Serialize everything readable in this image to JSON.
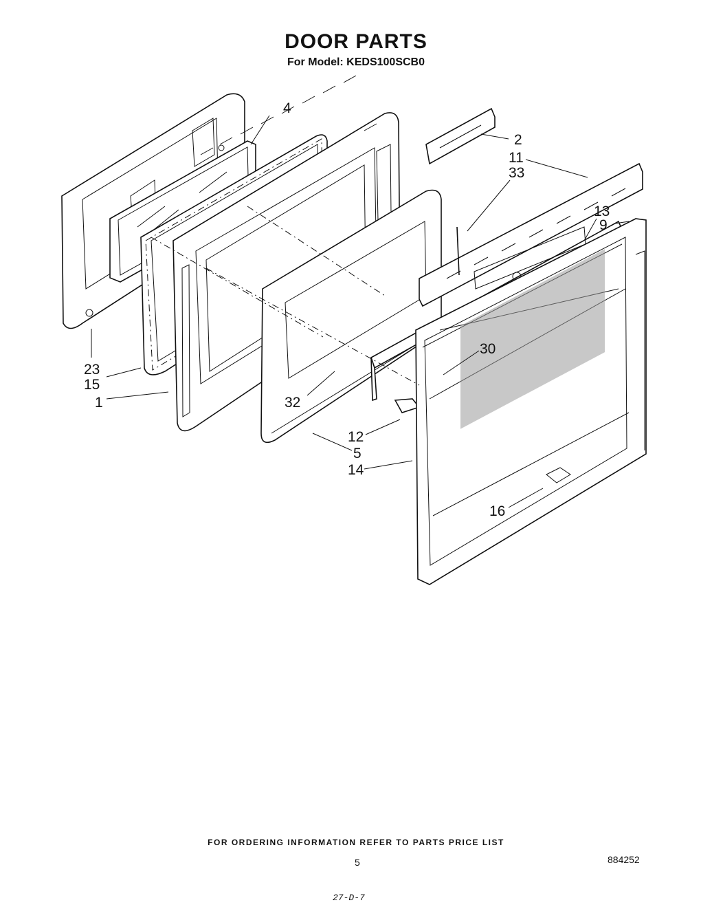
{
  "header": {
    "title": "DOOR PARTS",
    "subtitle": "For Model: KEDS100SCB0"
  },
  "callouts": {
    "c2": "2",
    "c4": "4",
    "c11": "11",
    "c33": "33",
    "c13": "13",
    "c9": "9",
    "c23": "23",
    "c15": "15",
    "c1": "1",
    "c30": "30",
    "c32": "32",
    "c12": "12",
    "c5": "5",
    "c14": "14",
    "c16": "16"
  },
  "footer": {
    "note": "FOR ORDERING INFORMATION REFER TO PARTS PRICE LIST",
    "page_number": "5",
    "document_number": "884252",
    "stamp": "27-D-7"
  }
}
